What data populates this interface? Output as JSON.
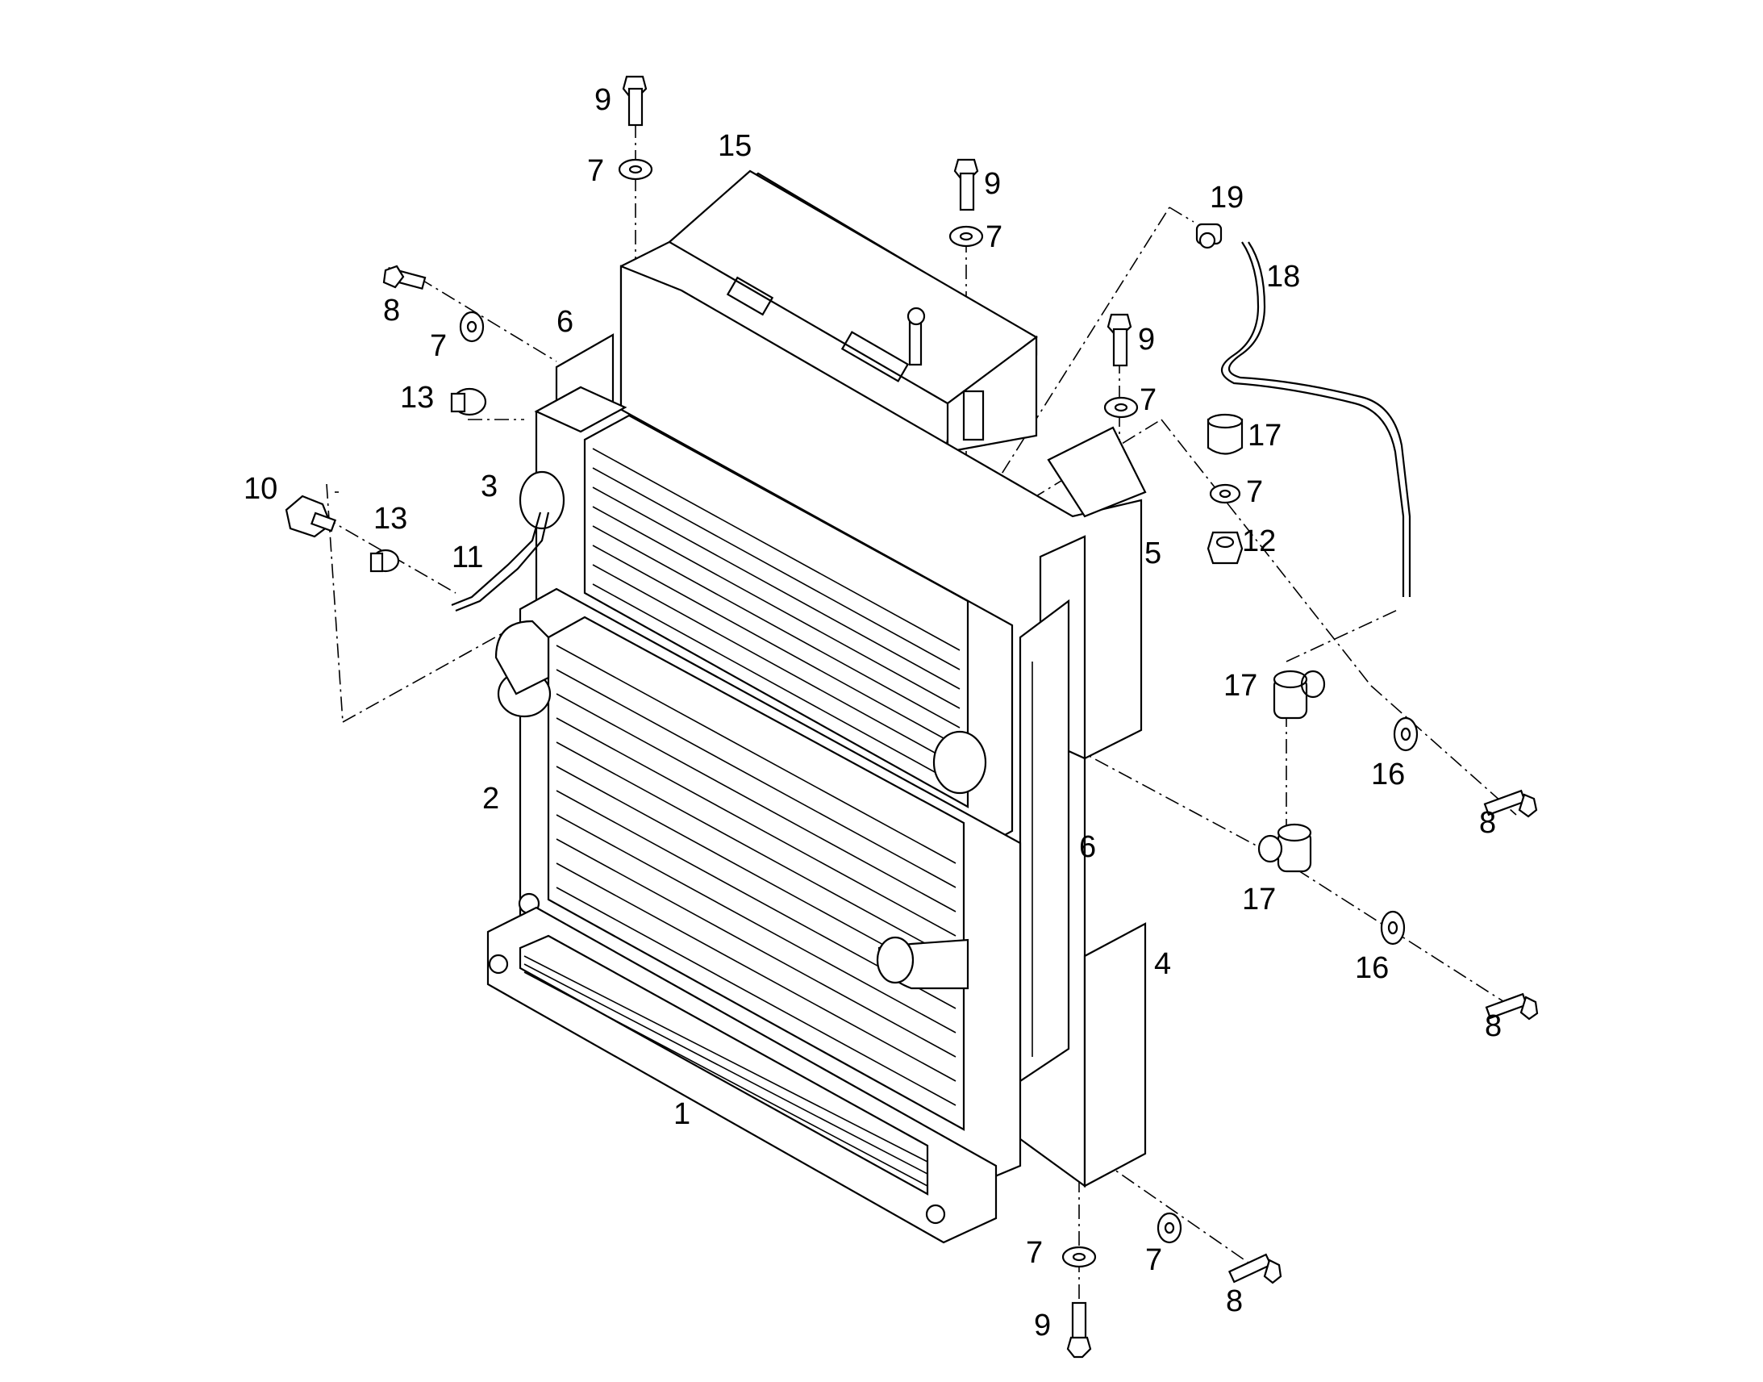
{
  "diagram": {
    "callouts": {
      "c1": "1",
      "c2": "2",
      "c3": "3",
      "c4": "4",
      "c5": "5",
      "c6a": "6",
      "c6b": "6",
      "c7a": "7",
      "c7b": "7",
      "c7c": "7",
      "c7d": "7",
      "c7e": "7",
      "c7f": "7",
      "c7g": "7",
      "c8a": "8",
      "c8b": "8",
      "c8c": "8",
      "c8d": "8",
      "c9a": "9",
      "c9b": "9",
      "c9c": "9",
      "c9d": "9",
      "c10": "10",
      "c11": "11",
      "c12": "12",
      "c13a": "13",
      "c13b": "13",
      "c15": "15",
      "c16a": "16",
      "c16b": "16",
      "c17a": "17",
      "c17b": "17",
      "c17c": "17",
      "c18": "18",
      "c19": "19"
    }
  }
}
